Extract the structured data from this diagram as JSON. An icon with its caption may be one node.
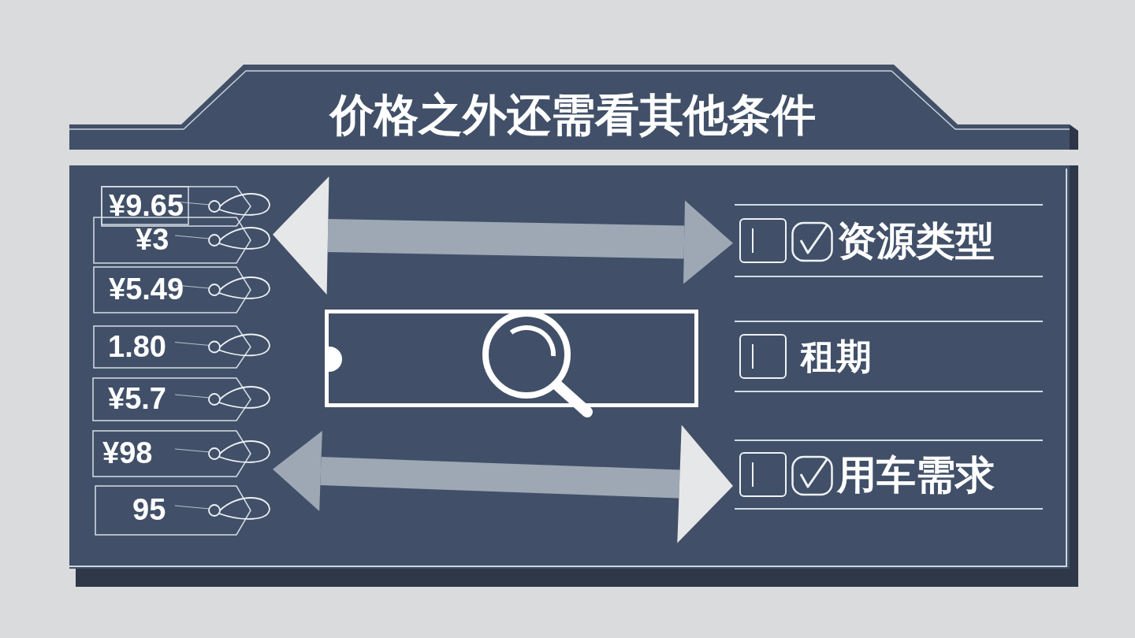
{
  "diagram": {
    "title": "价格之外还需看其他条件",
    "nodes": [
      {
        "text": [
          "¥9.65"
        ]
      },
      {
        "text": [
          "¥3"
        ]
      },
      {
        "text": [
          "¥5.49"
        ]
      },
      {
        "text": [
          "1.80"
        ]
      },
      {
        "text": [
          "¥5.7"
        ]
      },
      {
        "text": [
          "¥98"
        ]
      },
      {
        "text": [
          "95"
        ]
      },
      {
        "text": [
          "资源类型"
        ]
      },
      {
        "text": [
          "租期"
        ]
      },
      {
        "text": [
          "用车需求"
        ]
      }
    ],
    "edges": [
      {
        "from": 1,
        "to": 7,
        "arrow": "both"
      },
      {
        "from": 5,
        "to": 9,
        "arrow": "both"
      }
    ]
  }
}
